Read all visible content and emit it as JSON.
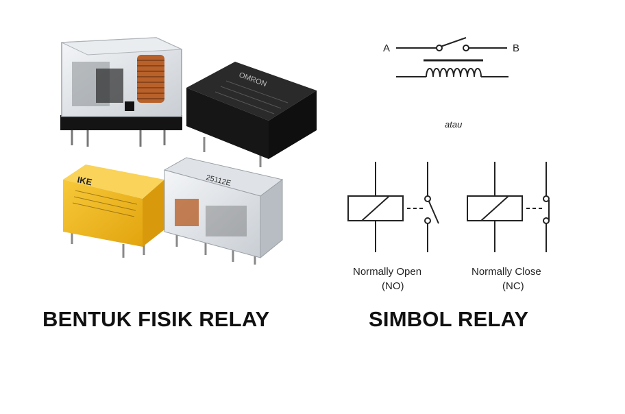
{
  "captions": {
    "left": "BENTUK FISIK RELAY",
    "right": "SIMBOL RELAY"
  },
  "symbol_top": {
    "terminal_a": "A",
    "terminal_b": "B",
    "separator": "atau"
  },
  "symbol_no": {
    "label_line1": "Normally Open",
    "label_line2": "(NO)"
  },
  "symbol_nc": {
    "label_line1": "Normally  Close",
    "label_line2": "(NC)"
  },
  "relay_markings": {
    "black_relay": "OMRON",
    "yellow_relay": "IKE",
    "clear_relay": "25112E"
  },
  "colors": {
    "yellow_relay": "#f2b81c",
    "black_relay": "#1b1b1b",
    "coil": "#b8612a",
    "base": "#141414"
  }
}
